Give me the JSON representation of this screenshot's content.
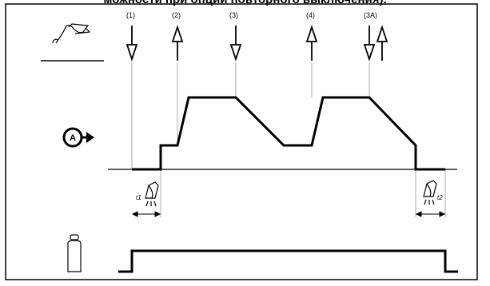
{
  "header": {
    "text": "можности при опции повторного выключения)."
  },
  "stage_labels": [
    "(1)",
    "(2)",
    "(3)",
    "(4)",
    "(3A)"
  ],
  "timer_labels": {
    "t1": "t1",
    "t2": "t2"
  },
  "current_symbol": "A",
  "icons": {
    "row1": "welding-torch-icon",
    "row2": "current-output-icon",
    "row3": "gas-cylinder-icon",
    "gas_preflow": "gas-nozzle-icon",
    "gas_postflow": "gas-nozzle-icon"
  },
  "colors": {
    "line": "#000000",
    "guide": "#999999",
    "frame": "#000000",
    "background": "#ffffff"
  }
}
